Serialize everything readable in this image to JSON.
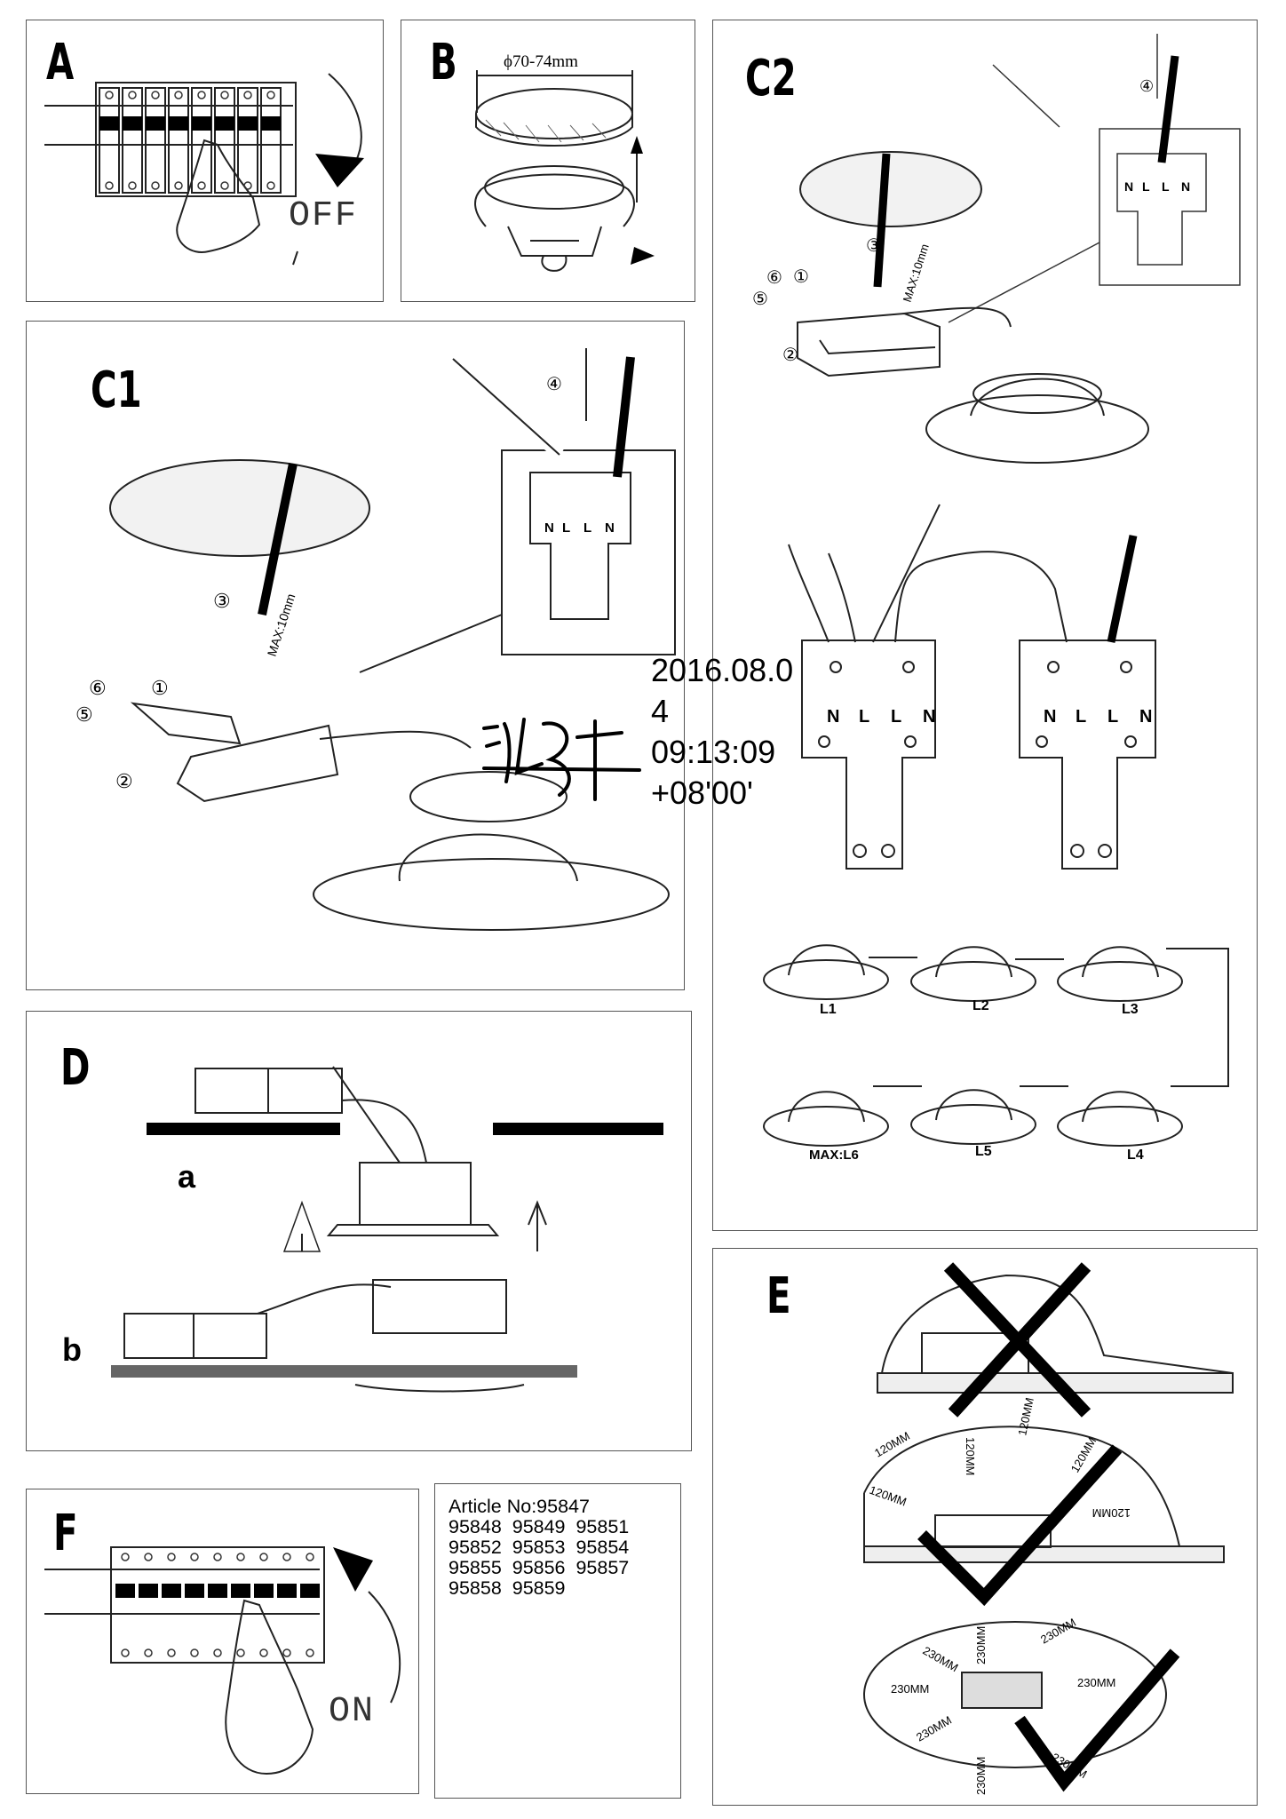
{
  "panels": {
    "a": {
      "label": "A",
      "state_text": "OFF"
    },
    "b": {
      "label": "B",
      "dimension": "ϕ70-74mm"
    },
    "c1": {
      "label": "C1",
      "cut_length": "MAX:10mm"
    },
    "c2": {
      "label": "C2",
      "cut_length": "MAX:10mm"
    },
    "d": {
      "label": "D",
      "sub_a": "a",
      "sub_b": "b"
    },
    "e": {
      "label": "E"
    },
    "f": {
      "label": "F",
      "state_text": "ON"
    }
  },
  "steps": {
    "s1": "①",
    "s2": "②",
    "s3": "③",
    "s4": "④",
    "s5": "⑤",
    "s6": "⑥"
  },
  "terminals": {
    "n": "N",
    "l": "L"
  },
  "chain": {
    "l1": "L1",
    "l2": "L2",
    "l3": "L3",
    "l4": "L4",
    "l5": "L5",
    "l6": "MAX:L6"
  },
  "clearance": {
    "top": "120MM",
    "bottom": "230MM"
  },
  "signature_stamp": {
    "date": "2016.08.0",
    "date_cont": "4",
    "time": "09:13:09",
    "tz": "+08'00'"
  },
  "article": {
    "line1": "Article No:95847",
    "line2": "95848  95849  95851",
    "line3": "95852  95853  95854",
    "line4": "95855  95856  95857",
    "line5": "95858  95859"
  },
  "colors": {
    "ink": "#000000",
    "stroke": "#222222",
    "border": "#555555",
    "dots": "#bbbbbb"
  }
}
